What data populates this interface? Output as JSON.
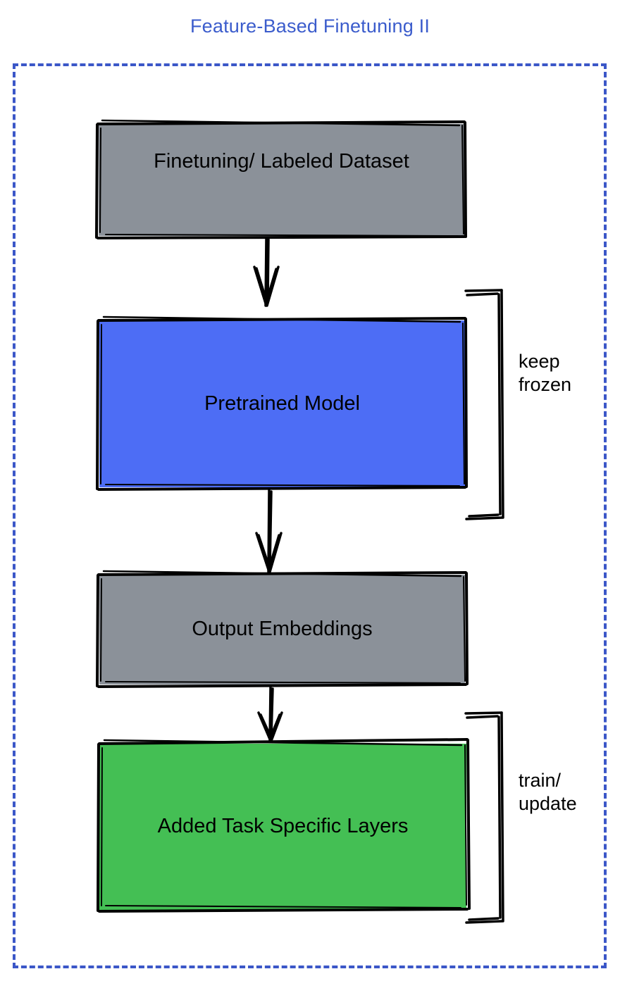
{
  "title": "Feature-Based Finetuning II",
  "colors": {
    "title": "#3b5ccc",
    "frame_border": "#3b57c8",
    "gray_node": "#8b9199",
    "blue_node": "#4d6df5",
    "green_node": "#44bf54",
    "stroke": "#000000"
  },
  "nodes": [
    {
      "id": "dataset",
      "label": "Finetuning/ Labeled Dataset",
      "fill": "#8b9199"
    },
    {
      "id": "pretrained",
      "label": "Pretrained Model",
      "fill": "#4d6df5"
    },
    {
      "id": "embeddings",
      "label": "Output Embeddings",
      "fill": "#8b9199"
    },
    {
      "id": "tasklayers",
      "label": "Added Task Specific Layers",
      "fill": "#44bf54"
    }
  ],
  "brackets": [
    {
      "id": "keep-frozen",
      "label": "keep\nfrozen",
      "targets": "pretrained"
    },
    {
      "id": "train-update",
      "label": "train/\nupdate",
      "targets": "tasklayers"
    }
  ],
  "arrows": [
    {
      "from": "dataset",
      "to": "pretrained"
    },
    {
      "from": "pretrained",
      "to": "embeddings"
    },
    {
      "from": "embeddings",
      "to": "tasklayers"
    }
  ]
}
